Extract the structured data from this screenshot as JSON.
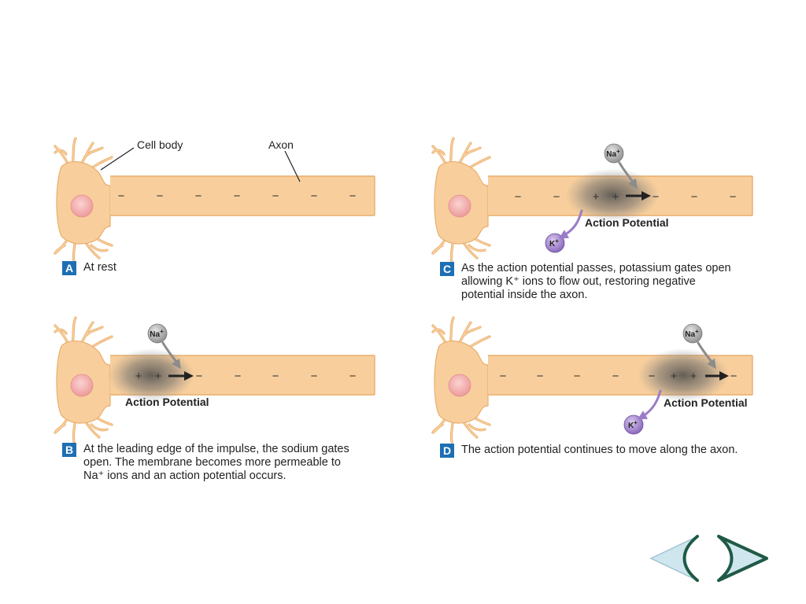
{
  "colors": {
    "axon_fill": "#f8cf9c",
    "axon_edge": "#e9ad6c",
    "nucleus": "#f3a6a6",
    "badge": "#1d6fb4",
    "potassium": "#9b7cc7",
    "sodium": "#9a9a9a",
    "nav_fill": "#cfe6ef",
    "nav_edge": "#1f5a45"
  },
  "labels": {
    "cell_body": "Cell body",
    "axon": "Axon",
    "action_potential": "Action Potential",
    "sodium_ion": "Na",
    "potassium_ion": "K",
    "ion_charge": "+",
    "minus": "−",
    "plus": "+"
  },
  "panels": [
    {
      "id": "A",
      "badge": "A",
      "caption": [
        "At rest"
      ]
    },
    {
      "id": "B",
      "badge": "B",
      "caption": [
        "At the leading edge of the impulse, the sodium gates",
        "open.  The membrane becomes more permeable to",
        "Na⁺ ions and an action potential occurs."
      ]
    },
    {
      "id": "C",
      "badge": "C",
      "caption": [
        "As the action potential passes, potassium gates open",
        "allowing K⁺ ions to flow out, restoring negative",
        "potential inside the axon."
      ]
    },
    {
      "id": "D",
      "badge": "D",
      "caption": [
        "The action potential continues to move along the axon."
      ]
    }
  ],
  "navigation": {
    "back_icon": "left-arrow-icon",
    "next_icon": "right-arrow-icon"
  }
}
